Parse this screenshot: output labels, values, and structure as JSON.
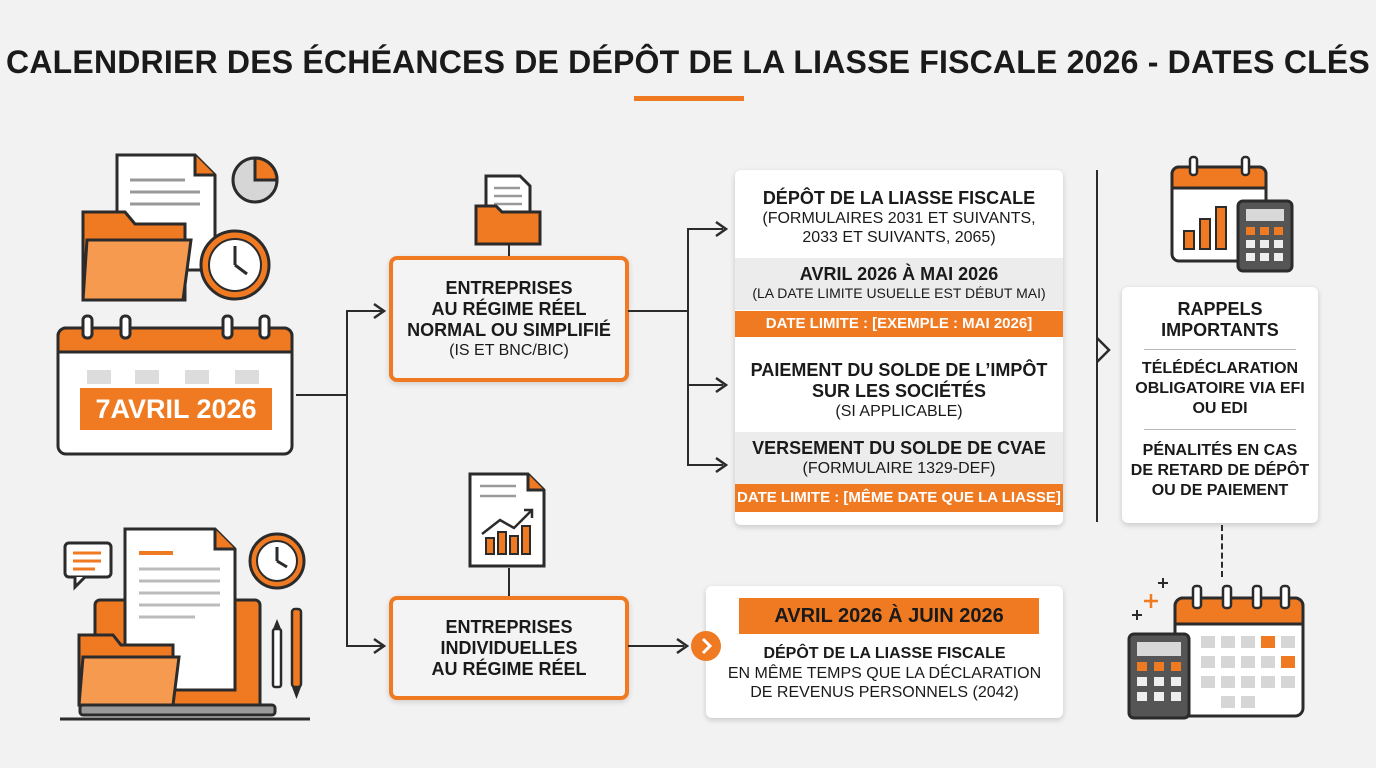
{
  "title": "CALENDRIER DES ÉCHÉANCES DE DÉPÔT DE LA LIASSE FISCALE 2026 - DATES CLÉS",
  "calendar_date": "7AVRIL 2026",
  "box_regime_reel": {
    "line1": "ENTREPRISES",
    "line2": "AU RÉGIME RÉEL",
    "line3": "NORMAL OU SIMPLIFIÉ",
    "line4": "(IS ET BNC/BIC)"
  },
  "box_individuelles": {
    "line1": "ENTREPRISES",
    "line2": "INDIVIDUELLES",
    "line3": "AU RÉGIME RÉEL"
  },
  "panel_main": {
    "s1_title": "DÉPÔT DE LA LIASSE FISCALE",
    "s1_l2": "(FORMULAIRES 2031 ET SUIVANTS,",
    "s1_l3": "2033 ET SUIVANTS, 2065)",
    "s2_title": "AVRIL 2026 À MAI 2026",
    "s2_sub": "(LA DATE LIMITE USUELLE EST DÉBUT MAI)",
    "deadline1": "DATE LIMITE : [EXEMPLE : MAI 2026]",
    "s3_l1": "PAIEMENT DU SOLDE DE L’IMPÔT",
    "s3_l2": "SUR LES SOCIÉTÉS",
    "s3_l3": "(SI APPLICABLE)",
    "s4_title": "VERSEMENT DU SOLDE DE CVAE",
    "s4_sub": "(FORMULAIRE 1329-DEF)",
    "deadline2": "DATE LIMITE : [MÊME DATE QUE LA LIASSE]"
  },
  "panel_ei": {
    "period": "AVRIL 2026 À JUIN 2026",
    "l1": "DÉPÔT DE LA LIASSE FISCALE",
    "l2": "EN MÊME TEMPS QUE LA DÉCLARATION",
    "l3": "DE REVENUS PERSONNELS (2042)"
  },
  "rappels": {
    "title1": "RAPPELS",
    "title2": "IMPORTANTS",
    "p1_l1": "TÉLÉDÉCLARATION",
    "p1_l2": "OBLIGATOIRE VIA EFI",
    "p1_l3": "OU EDI",
    "p2_l1": "PÉNALITÉS EN CAS",
    "p2_l2": "DE RETARD DE DÉPÔT",
    "p2_l3": "OU DE PAIEMENT"
  },
  "icons": [
    "document-icon",
    "folder-icon",
    "pie-chart-icon",
    "clock-icon",
    "calendar-icon",
    "laptop-icon",
    "chat-icon",
    "pen-icon",
    "pencil-icon",
    "bar-chart-icon",
    "calculator-icon",
    "chevron-right-icon",
    "sparkle-icon"
  ],
  "colors": {
    "accent": "#f07a22",
    "dark": "#2b2b2b",
    "background": "#f2f2f3"
  }
}
